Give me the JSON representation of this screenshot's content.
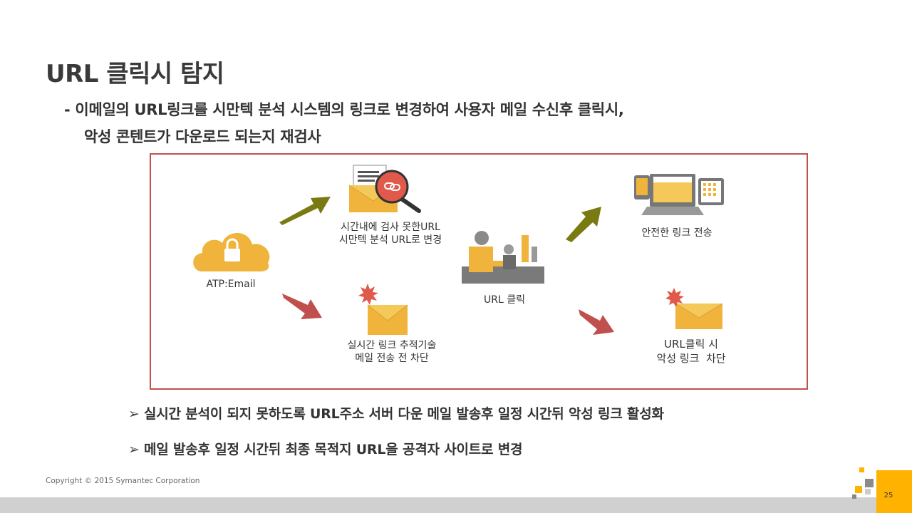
{
  "slide": {
    "title": "URL 클릭시 탐지",
    "description_line1": "- 이메일의 URL링크를 시만텍 분석 시스템의 링크로 변경하여 사용자 메일 수신후 클릭시,",
    "description_line2": "악성 콘텐트가 다운로드 되는지 재검사"
  },
  "diagram": {
    "atp_label": "ATP:Email",
    "rewrite_label_1": "시간내에 검사 못한URL",
    "rewrite_label_2": "시만텍 분석 URL로 변경",
    "block_label_1": "실시간 링크 추적기술",
    "block_label_2": "메일 전송 전 차단",
    "click_label": "URL 클릭",
    "safe_label": "안전한 링크 전송",
    "malicious_label_1": "URL클릭 시",
    "malicious_label_2": "악성 링크  차단"
  },
  "bullets": [
    "실시간 분석이 되지 못하도록 URL주소 서버 다운 메일 발송후 일정 시간뒤 악성 링크 활성화",
    "메일 발송후 일정 시간뒤 최종 목적지 URL을 공격자 사이트로 변경"
  ],
  "bullet_marker": "➢",
  "footer": {
    "copyright": "Copyright © 2015 Symantec Corporation",
    "page_number": "25"
  },
  "colors": {
    "accent_orange": "#f0b43c",
    "olive_arrow": "#7a7a12",
    "red_arrow": "#c0504d",
    "border_red": "#c0504d",
    "brand_yellow": "#ffb300"
  },
  "icons": [
    "cloud-lock-icon",
    "envelope-search-icon",
    "envelope-burst-icon",
    "user-computer-icon",
    "devices-icon"
  ]
}
